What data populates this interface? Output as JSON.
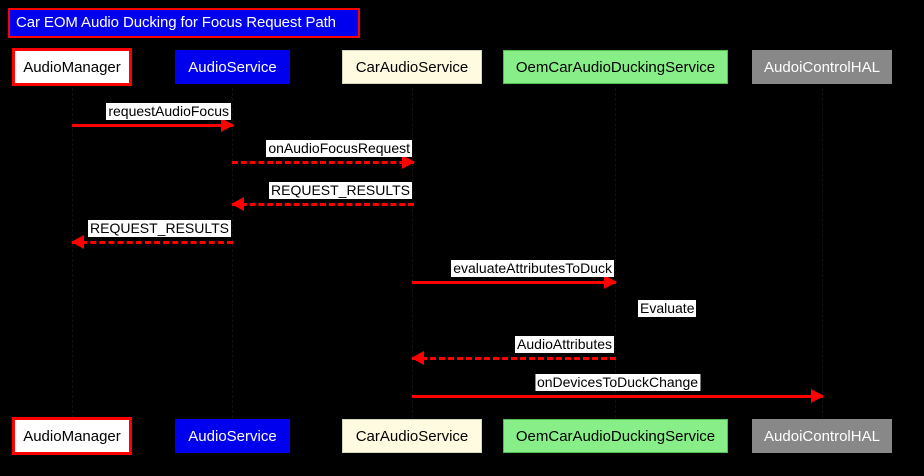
{
  "diagram": {
    "title": "Car EOM Audio Ducking for Focus Request Path",
    "type": "uml-sequence-diagram",
    "background_color": "#000000",
    "accent_color": "#ff0000",
    "title_background": "#0000ee",
    "title_text_color": "#ffffff"
  },
  "participants": [
    {
      "name": "AudioManager",
      "fill": "#ffffff",
      "border": "#ff0000",
      "text_color": "#000000"
    },
    {
      "name": "AudioService",
      "fill": "#0000ee",
      "border": "#0000ee",
      "text_color": "#ffffff"
    },
    {
      "name": "CarAudioService",
      "fill": "#fffbe0",
      "border": "#d8d4b8",
      "text_color": "#000000"
    },
    {
      "name": "OemCarAudioDuckingService",
      "fill": "#88ee88",
      "border": "#4fbf4f",
      "text_color": "#000000"
    },
    {
      "name": "AudoiControlHAL",
      "fill": "#888888",
      "border": "#888888",
      "text_color": "#ffffff"
    }
  ],
  "messages": [
    {
      "label": "requestAudioFocus",
      "from": "AudioManager",
      "to": "AudioService",
      "style": "solid",
      "direction": "right"
    },
    {
      "label": "onAudioFocusRequest",
      "from": "AudioService",
      "to": "CarAudioService",
      "style": "dashed",
      "direction": "right"
    },
    {
      "label": "REQUEST_RESULTS",
      "from": "CarAudioService",
      "to": "AudioService",
      "style": "dashed",
      "direction": "left"
    },
    {
      "label": "REQUEST_RESULTS",
      "from": "AudioService",
      "to": "AudioManager",
      "style": "dashed",
      "direction": "left"
    },
    {
      "label": "evaluateAttributesToDuck",
      "from": "CarAudioService",
      "to": "OemCarAudioDuckingService",
      "style": "solid",
      "direction": "right"
    },
    {
      "label": "AudioAttributes",
      "from": "OemCarAudioDuckingService",
      "to": "CarAudioService",
      "style": "dashed",
      "direction": "left"
    },
    {
      "label": "onDevicesToDuckChange",
      "from": "CarAudioService",
      "to": "AudoiControlHAL",
      "style": "solid",
      "direction": "right"
    }
  ],
  "notes": [
    {
      "text": "Evaluate",
      "near": "OemCarAudioDuckingService"
    }
  ]
}
